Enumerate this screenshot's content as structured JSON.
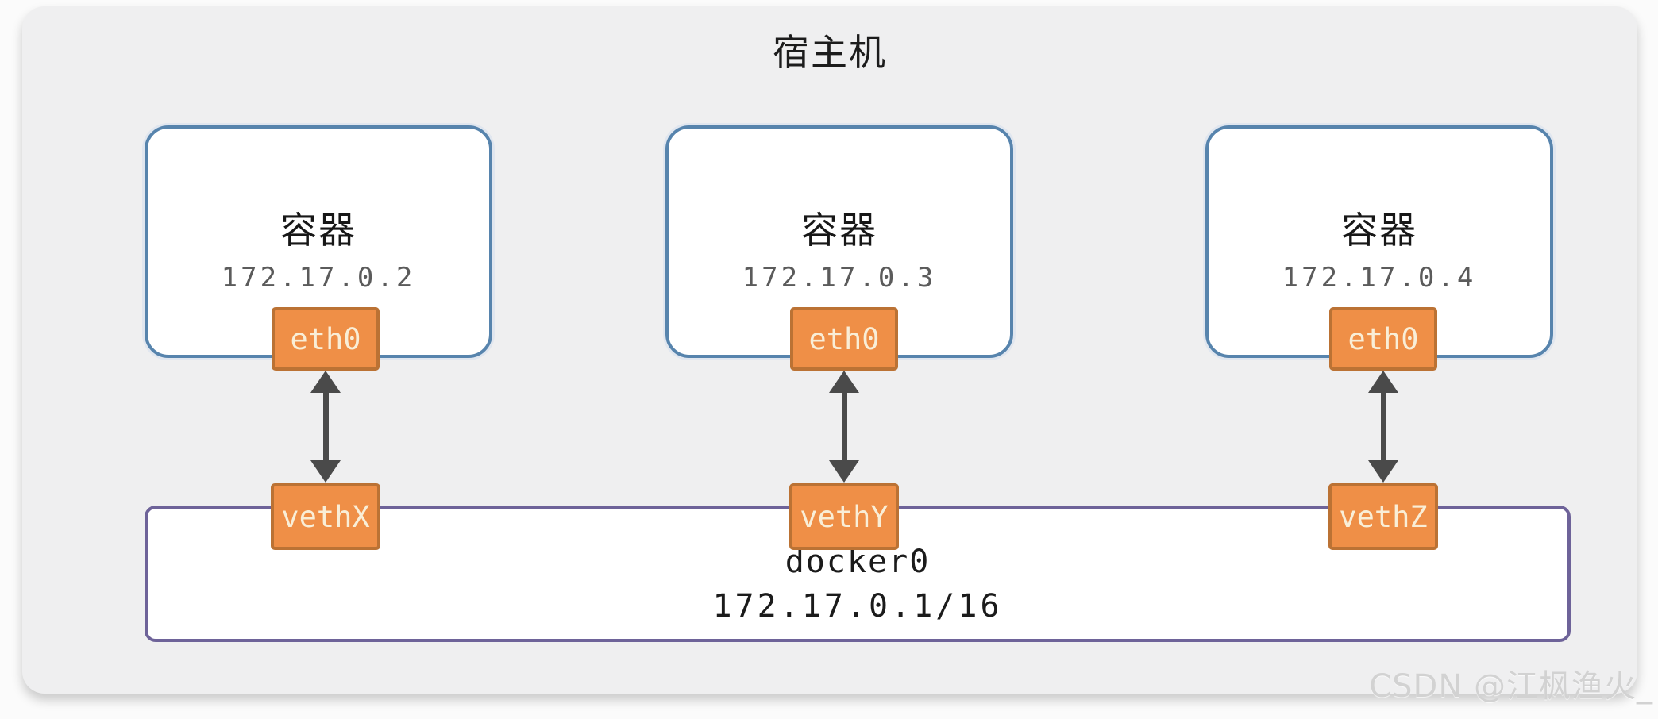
{
  "host": {
    "title": "宿主机"
  },
  "containers": [
    {
      "label": "容器",
      "ip": "172.17.0.2",
      "interface": "eth0",
      "veth": "vethX"
    },
    {
      "label": "容器",
      "ip": "172.17.0.3",
      "interface": "eth0",
      "veth": "vethY"
    },
    {
      "label": "容器",
      "ip": "172.17.0.4",
      "interface": "eth0",
      "veth": "vethZ"
    }
  ],
  "bridge": {
    "name": "docker0",
    "ip": "172.17.0.1/16"
  },
  "watermark": {
    "text": "CSDN @江枫渔火_"
  },
  "colors": {
    "container_border": "#5784ad",
    "interface_fill": "#ef8f47",
    "interface_border": "#bb7234",
    "bridge_border": "#6e6399",
    "arrow": "#4a4a4a",
    "host_background": "#efeff0"
  }
}
